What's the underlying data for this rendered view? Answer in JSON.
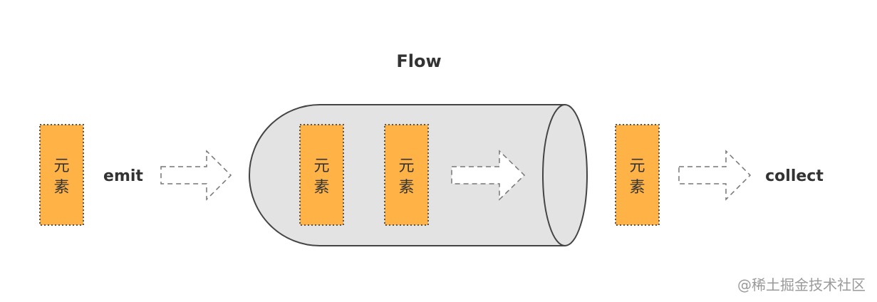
{
  "diagram": {
    "title": "Flow",
    "emit_label": "emit",
    "collect_label": "collect",
    "element_label": {
      "line1": "元",
      "line2": "素"
    },
    "watermark": "@稀土掘金技术社区",
    "colors": {
      "element_fill": "#ffb347",
      "element_border": "#555555",
      "pipe_fill": "#e3e3e3",
      "pipe_stroke": "#444444",
      "arrow_stroke": "#777777",
      "text": "#333333"
    }
  }
}
